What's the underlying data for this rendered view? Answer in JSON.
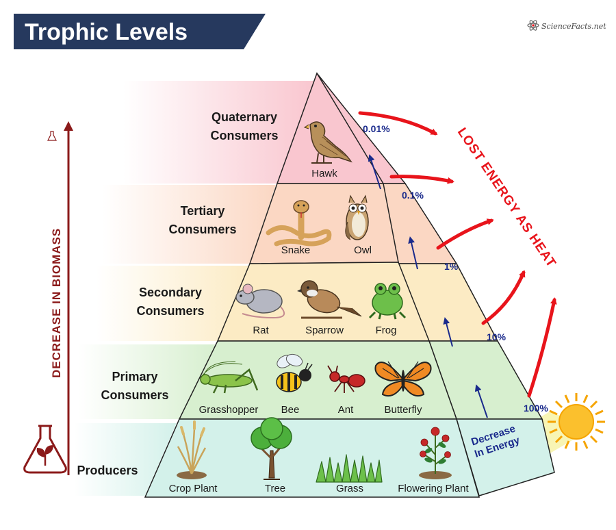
{
  "title": "Trophic Levels",
  "logo_text": "ScienceFacts.net",
  "side_axis_label": "DECREASE IN BIOMASS",
  "lost_energy_label": "LOST ENERGY AS HEAT",
  "energy_decrease_label_line1": "Decrease",
  "energy_decrease_label_line2": "In Energy",
  "levels": [
    {
      "name_line1": "Quaternary",
      "name_line2": "Consumers",
      "energy_percent": "0.01%",
      "organisms": [
        "Hawk"
      ]
    },
    {
      "name_line1": "Tertiary",
      "name_line2": "Consumers",
      "energy_percent": "0.1%",
      "organisms": [
        "Snake",
        "Owl"
      ]
    },
    {
      "name_line1": "Secondary",
      "name_line2": "Consumers",
      "energy_percent": "1%",
      "organisms": [
        "Rat",
        "Sparrow",
        "Frog"
      ]
    },
    {
      "name_line1": "Primary",
      "name_line2": "Consumers",
      "energy_percent": "10%",
      "organisms": [
        "Grasshopper",
        "Bee",
        "Ant",
        "Butterfly"
      ]
    },
    {
      "name_line1": "Producers",
      "name_line2": "",
      "energy_percent": "100%",
      "organisms": [
        "Crop Plant",
        "Tree",
        "Grass",
        "Flowering Plant"
      ]
    }
  ],
  "colors": {
    "title_bg": "#26395e",
    "title_text": "#ffffff",
    "quaternary": "#f9c6cf",
    "tertiary": "#fbd7c3",
    "secondary": "#fcebc4",
    "primary": "#d7efcf",
    "producers": "#d3f1ea",
    "heat_red": "#e8141b",
    "percent_blue": "#1a2a8c",
    "axis_red": "#8b1a1a"
  }
}
